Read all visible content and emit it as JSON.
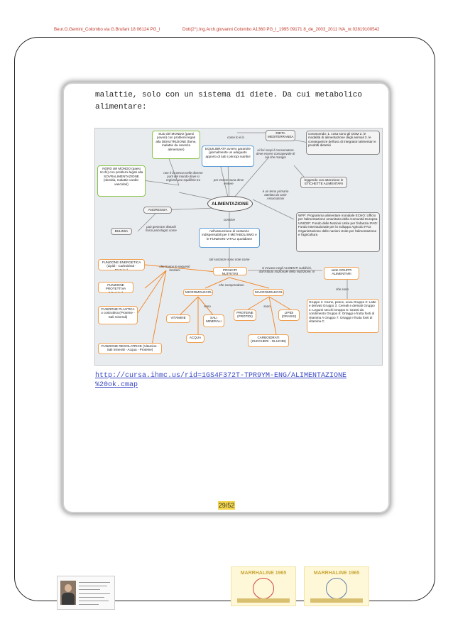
{
  "header": {
    "left": "Beur.O.Gemini_Colombo via G.Brufani 18 06124 PG_I",
    "right": "Dott(2°).Ing.Arch.giovanni Colombo A1360 PG_I_1995 09171 8_de_2003_2011 IVA_nr.02819100542"
  },
  "text": {
    "line1_words": [
      "malattie,",
      "solo",
      "con",
      "un",
      "sistema",
      "di",
      "diete.",
      "Da",
      "cui",
      "metabolico"
    ],
    "line2": "alimentare:"
  },
  "concept_map": {
    "center": "ALIMENTAZIONE",
    "sud": "SUD del MONDO (paesi poveri) con problemi legati alla DENUTRIZIONE (fame, malattie da carenza alimentare)",
    "nord": "NORD del MONDO (paesi ricchi) con problemi legati alla SOVRALIMENTAZIONE (obesità, malattie cardio-vascolari)",
    "non_stessa": "non è la stessa nelle diverse parti del mondo dove si registra uno squilibrio tra",
    "come_deve": "come lo è la",
    "dieta": "DIETA MEDITERRANEA",
    "equilibrata": "EQUILIBRATA ovvero garantire giornalmente un adeguato apporto di tutti i principi nutritivi",
    "per_essere": "per essere sana deve essere",
    "ai_fini": "ai fini scopi il consumatore deve essere consapevole di ciò che mangia",
    "conoscendo": "conoscendo: 1. cosa sono gli OGM 2. le modalità di alimentazione degli animali 3. le conseguenze dell'uso di integratori alimentari e prodotti dietetici",
    "leggendo": "leggendo con attenzione le ETICHETTE ALIMENTARI",
    "tema": "è un tema primario tutelato da varie Associazioni",
    "associazioni": "WFP: Programma alimentare mondiale ECHO: Ufficio per l'alimentazione umanitaria della Comunità Europea UNICEF: Fondo delle Nazioni Unite per l'infanzia IFAD: Fondo Internazionale per lo sviluppo Agricolo FAO: Organizzazione delle nazioni Unite per l'alimentazione e l'agricoltura",
    "anoressia": "ANORESSIA",
    "bulimia": "BULIMIA",
    "disturbi": "può generare disturbi fisico-psicologici come",
    "consiste": "consiste",
    "assunzione": "nell'assunzione di sostanze indispensabili per il METABOLISMO e le FUNZIONI VITALI quotidiane",
    "tali_sostanze": "tali sostanze sono note come",
    "principi": "PRINCIPI NUTRITIVI",
    "si_trovano": "si trovano negli ALIMENTI suddivisi, dall'Istituto Nazionale della Nutrizione, in",
    "sette_gruppi": "sette GRUPPI ALIMENTARI",
    "che_sono": "che sono",
    "gruppi": "Gruppo 1: Carne, pesce, uova Gruppo 2: Latte e derivati Gruppo 3: Cereali e derivati Gruppo 4: Legumi secchi Gruppo 5: Grassi da condimento Gruppo 6: Ortaggi e frutta fonti di vitamina A Gruppo 7: Ortaggi e frutta fonti di vitamina C",
    "che_hanno": "che hanno le seguenti funzioni",
    "energetica": "FUNZIONE ENERGETICA (Lipidi - Carboidrati - Proteine)",
    "protettiva": "FUNZIONE PROTETTIVA (Vitamine)",
    "plastica": "FUNZIONE PLASTICA o costruttiva (Proteine - Sali minerali)",
    "regolatrice": "FUNZIONE REGOLATRICE (Vitamine - Sali minerali - Acqua - Proteine)",
    "che_comprendono": "che comprendono",
    "micro": "MICROMOLECOLE",
    "macro": "MACROMOLECOLE",
    "sono1": "sono",
    "sono2": "sono",
    "vitamine": "VITAMINE",
    "acqua": "ACQUA",
    "sali": "SALI MINERALI",
    "proteine": "PROTEINE (PROTIDI)",
    "lipidi": "LIPIDI (GRASSI)",
    "carboidrati": "CARBOIDRATI (ZUCCHERI - GLUCIDI)"
  },
  "link": {
    "line1": "http://cursa.ihmc.us/rid=1GS4F372T-TPR9YM-ENG/ALIMENTAZIONE",
    "line2": "%20ok.cmap"
  },
  "page_number": "29/52",
  "stamps": {
    "left_title": "MARRHALINE 1965",
    "right_title": "MARRHALINE 1965"
  },
  "colors": {
    "header": "#c0392b",
    "green": "#8bc34a",
    "blue": "#5b9bd5",
    "orange": "#f0a050",
    "link": "#3b49c4",
    "page_badge": "#f4d64b"
  }
}
